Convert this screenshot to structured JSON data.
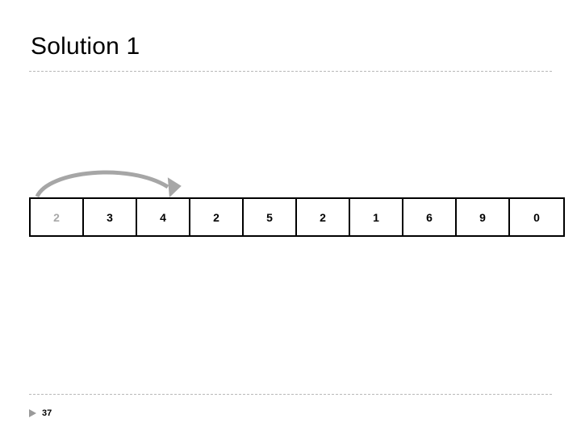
{
  "slide": {
    "title": "Solution 1",
    "number": "37",
    "icons": {
      "footer_arrow": "play-triangle-icon",
      "curved_arrow": "curved-arrow-icon"
    },
    "colors": {
      "text": "#000000",
      "rule": "#b8b8b8",
      "arrow": "#a6a6a6",
      "faded_cell_text": "#a8a8a8"
    }
  },
  "array": {
    "cells": [
      {
        "value": "2",
        "faded": true
      },
      {
        "value": "3",
        "faded": false
      },
      {
        "value": "4",
        "faded": false
      },
      {
        "value": "2",
        "faded": false
      },
      {
        "value": "5",
        "faded": false
      },
      {
        "value": "2",
        "faded": false
      },
      {
        "value": "1",
        "faded": false
      },
      {
        "value": "6",
        "faded": false
      },
      {
        "value": "9",
        "faded": false
      },
      {
        "value": "0",
        "faded": false
      }
    ]
  }
}
